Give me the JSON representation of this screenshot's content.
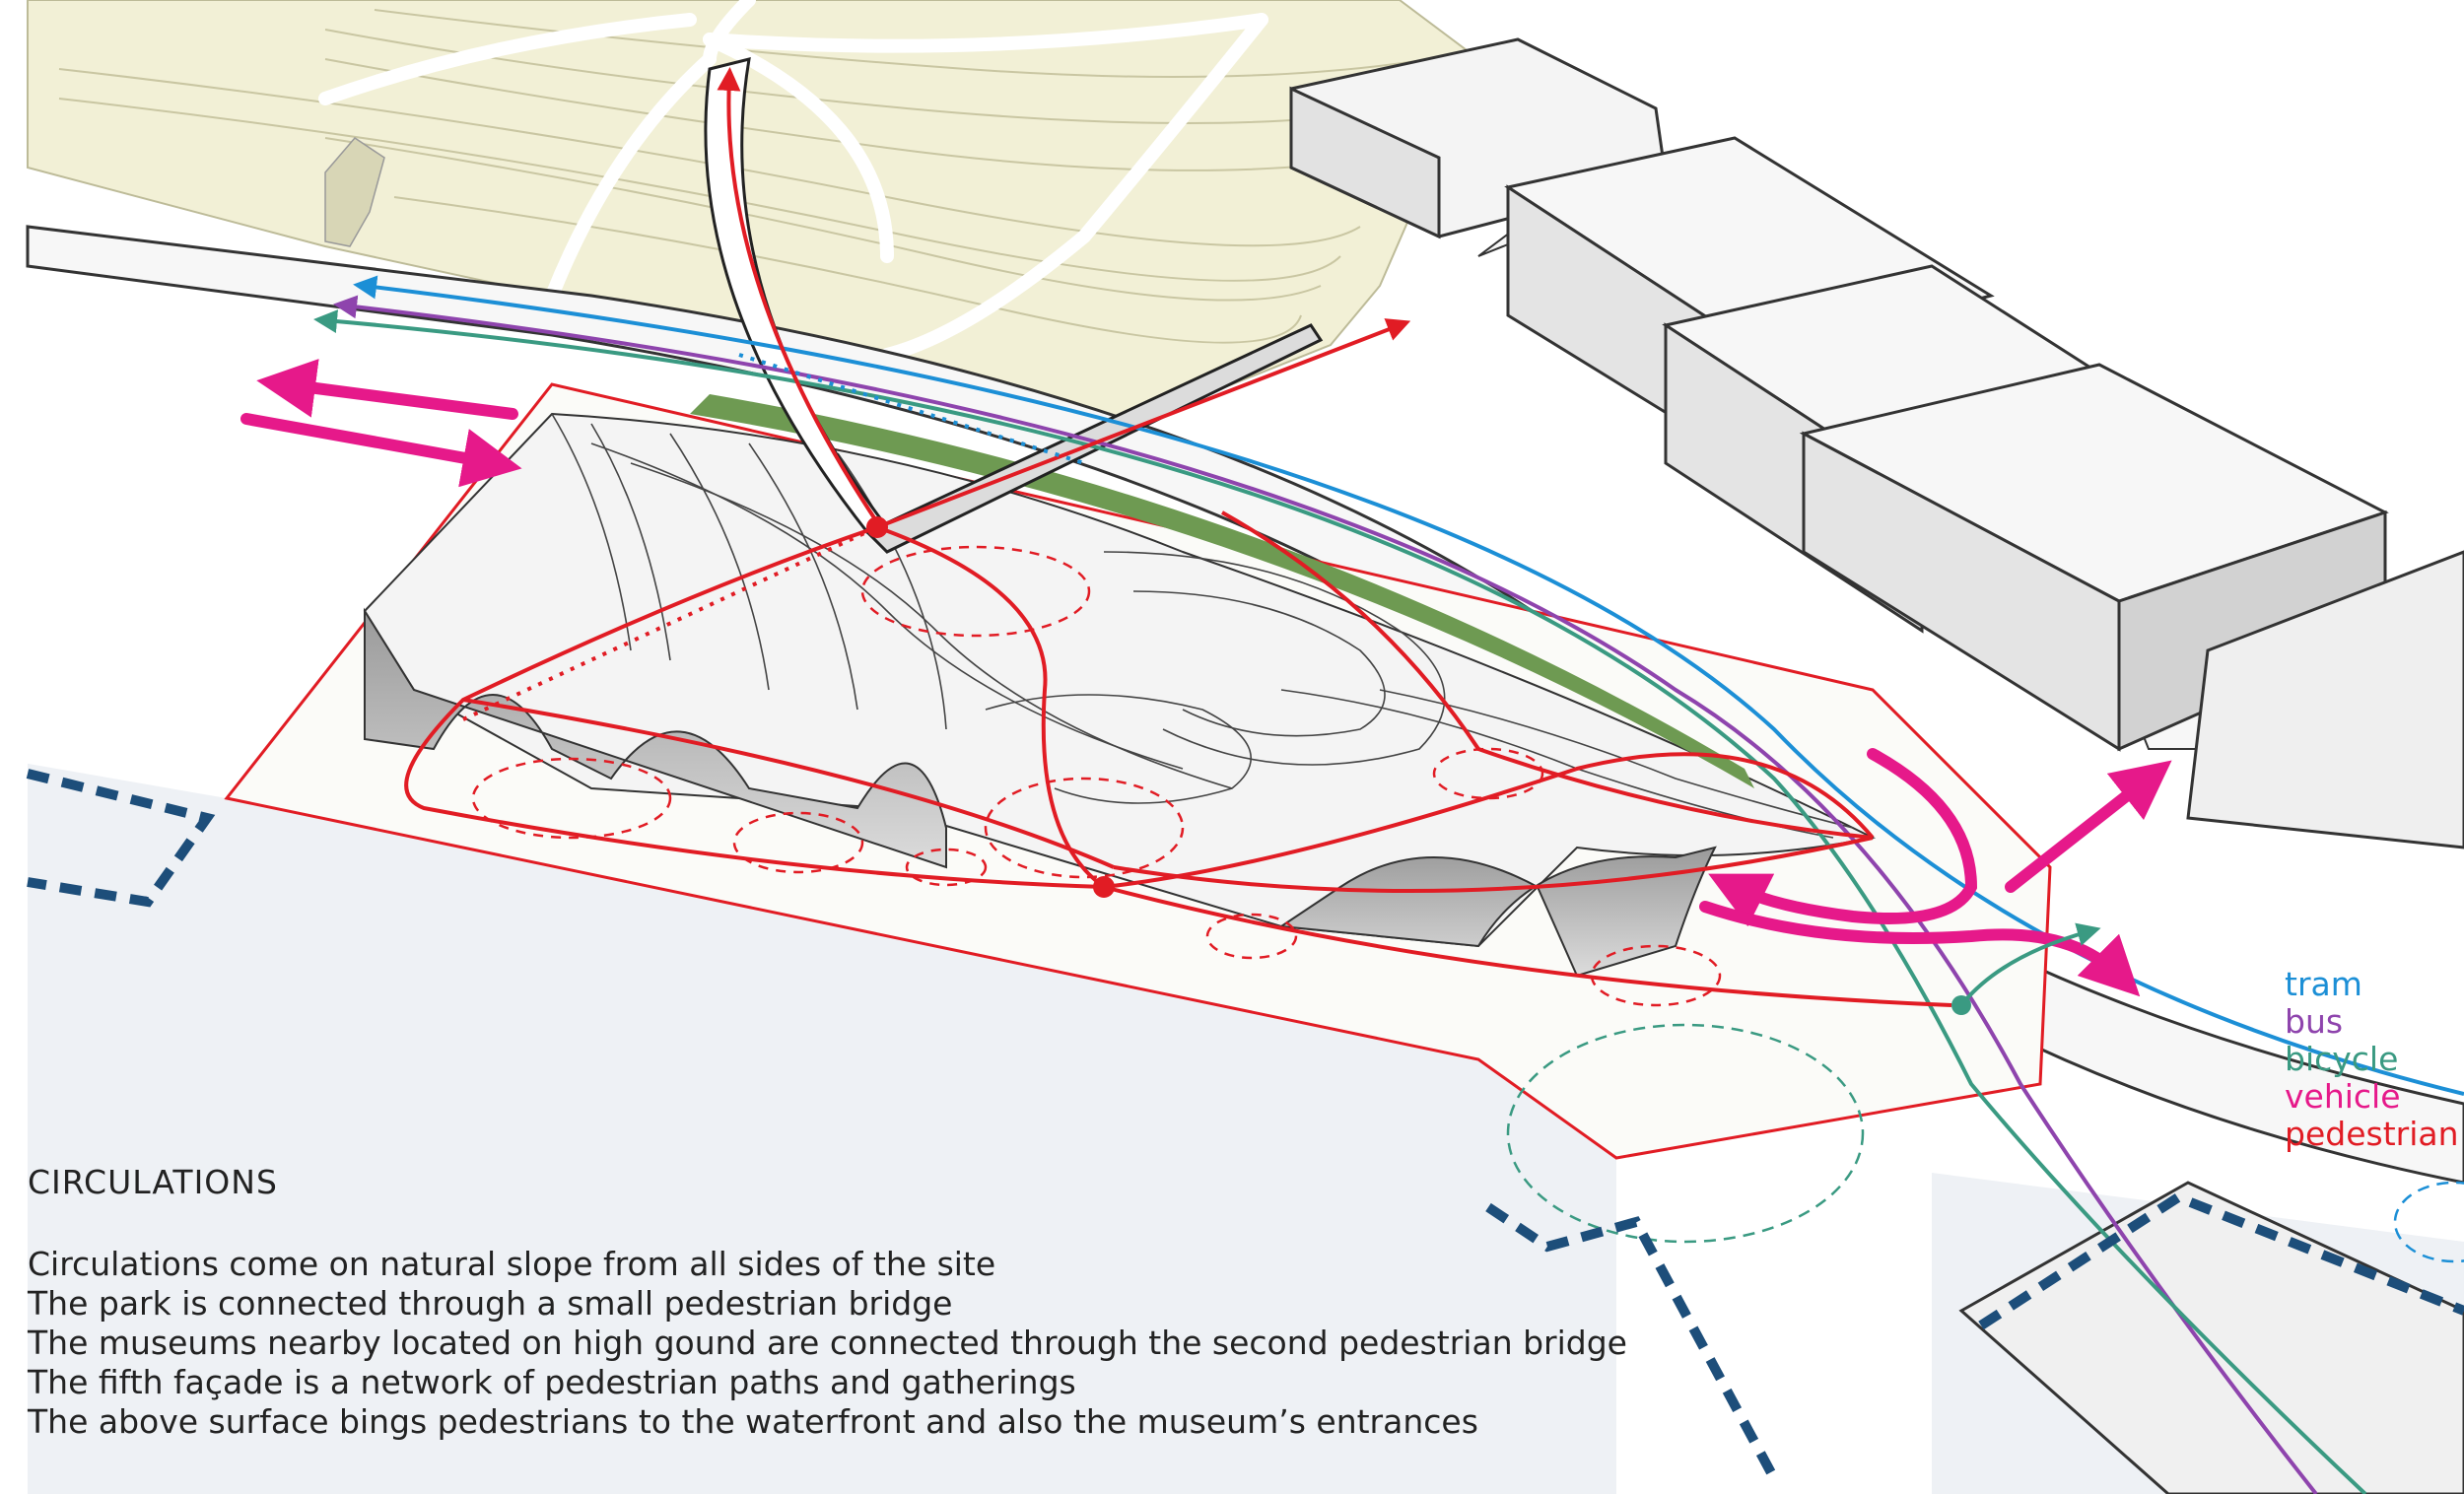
{
  "legend": {
    "items": [
      {
        "label": "tram",
        "color": "#1c8fd6"
      },
      {
        "label": "bus",
        "color": "#8e44ad"
      },
      {
        "label": "bicycle",
        "color": "#3a9a82"
      },
      {
        "label": "vehicle",
        "color": "#e6198a"
      },
      {
        "label": "pedestrian",
        "color": "#e11c24"
      }
    ]
  },
  "caption": {
    "title": "CIRCULATIONS",
    "lines": [
      "Circulations come on natural slope from all sides of the site",
      "The park is connected through a small pedestrian bridge",
      "The museums nearby located on high gound are connected through the second pedestrian bridge",
      "The fifth façade is a network of pedestrian paths and gatherings",
      "The above surface bings pedestrians to the waterfront and also the museum’s entrances"
    ]
  },
  "colors": {
    "water": "#eef1f5",
    "park": "#f2f0d6",
    "site_outline": "#e11c24",
    "dashed_boundary": "#1d4e7a"
  }
}
